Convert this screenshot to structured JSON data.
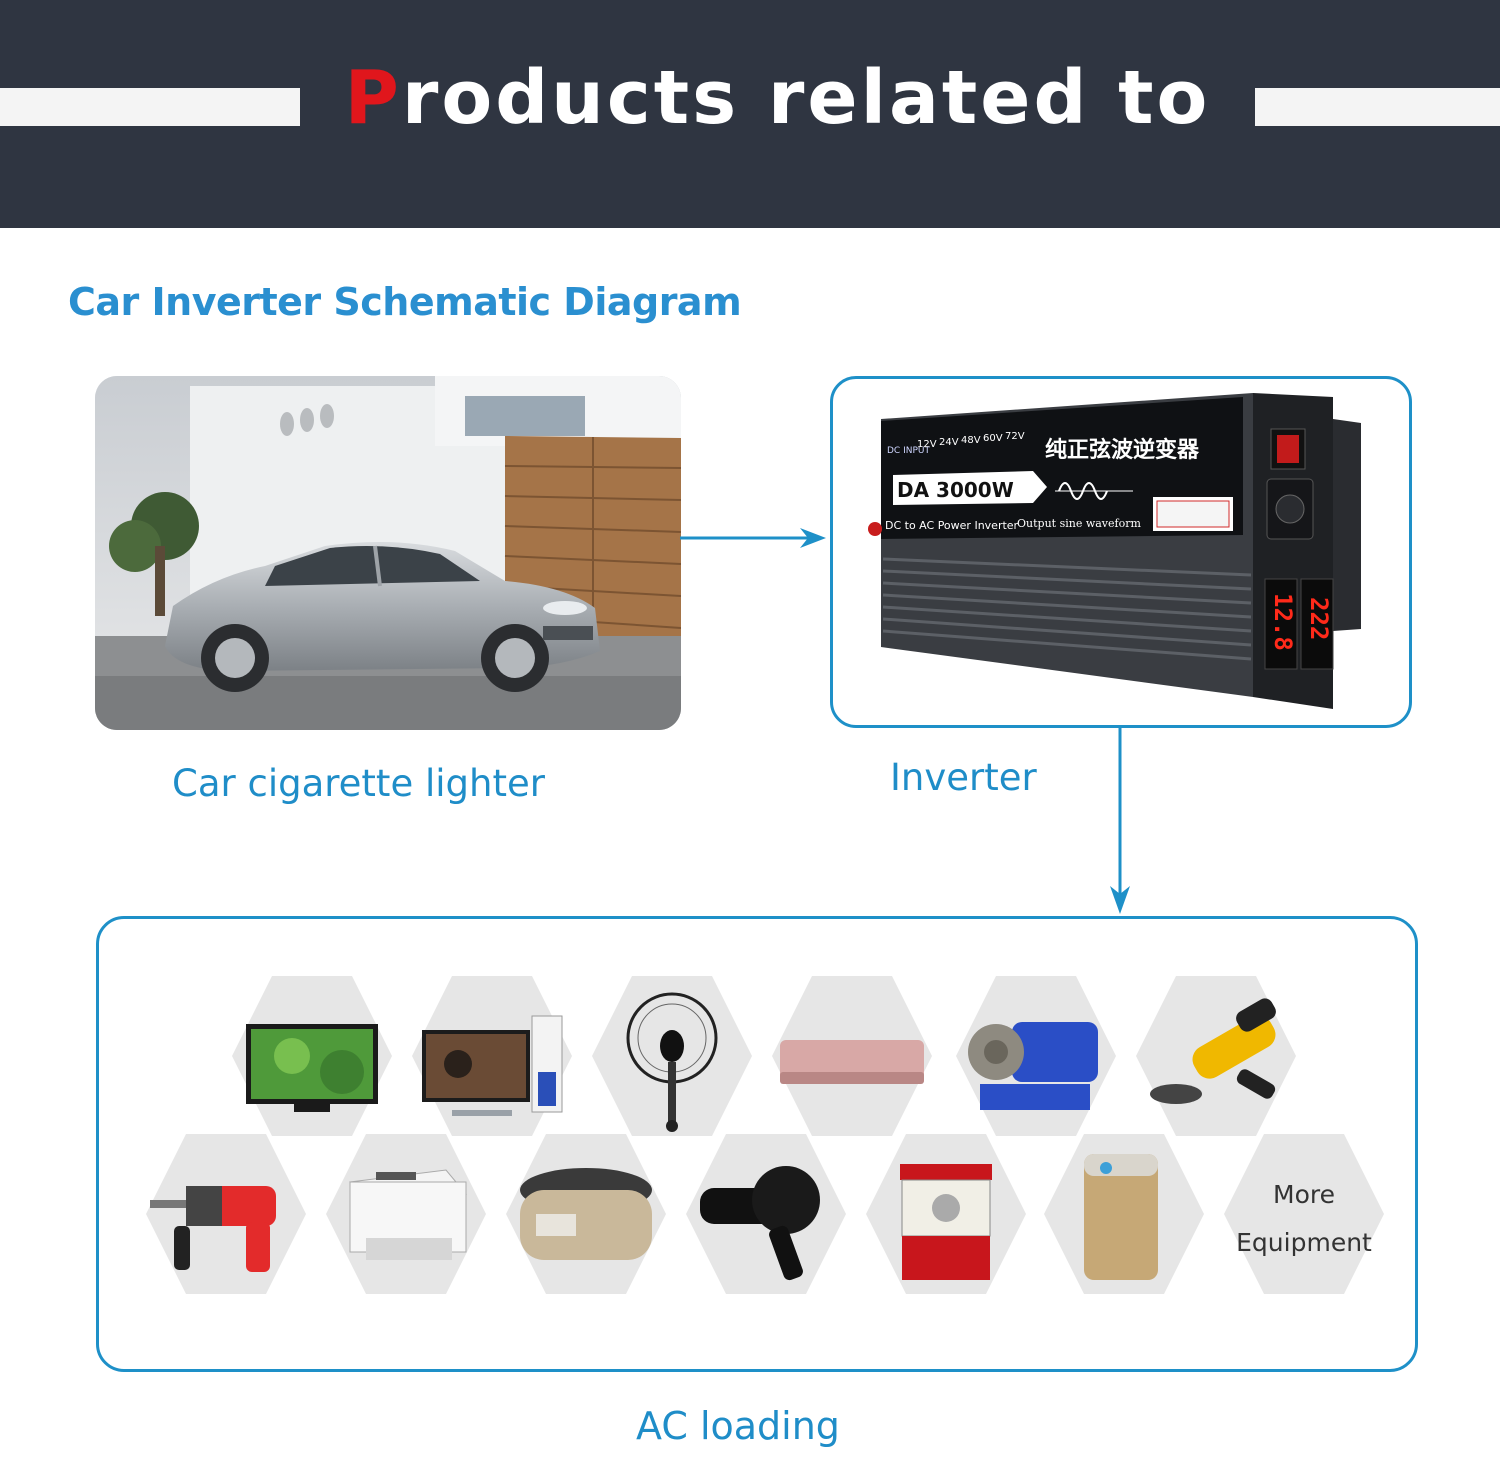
{
  "banner": {
    "title_first_letter": "P",
    "title_rest": "roducts related to"
  },
  "section_title": "Car Inverter Schematic Diagram",
  "nodes": {
    "car_caption": "Car cigarette lighter",
    "inverter_caption": "Inverter",
    "ac_caption": "AC loading"
  },
  "inverter_panel": {
    "model": "DA 3000W",
    "subtitle": "DC to AC Power Inverter",
    "output_label": "Output sine waveform",
    "chinese_title": "纯正弦波逆变器",
    "voltages": [
      "12V",
      "24V",
      "48V",
      "60V",
      "72V"
    ],
    "input_label": "DC INPUT",
    "display_left": "12.8",
    "display_right": "222"
  },
  "appliances": [
    {
      "icon": "tv-icon"
    },
    {
      "icon": "desktop-computer-icon"
    },
    {
      "icon": "electric-fan-icon"
    },
    {
      "icon": "air-conditioner-icon"
    },
    {
      "icon": "water-pump-icon"
    },
    {
      "icon": "angle-grinder-icon"
    },
    {
      "icon": "electric-drill-icon"
    },
    {
      "icon": "printer-icon"
    },
    {
      "icon": "rice-cooker-icon"
    },
    {
      "icon": "hair-dryer-icon"
    },
    {
      "icon": "popcorn-machine-icon"
    },
    {
      "icon": "air-purifier-icon"
    }
  ],
  "more_equipment": {
    "line1": "More",
    "line2": "Equipment"
  },
  "colors": {
    "banner": "#2f3541",
    "accent_red": "#e0161c",
    "diagram_blue": "#1e90c8",
    "hex_grey": "#e6e6e6"
  }
}
